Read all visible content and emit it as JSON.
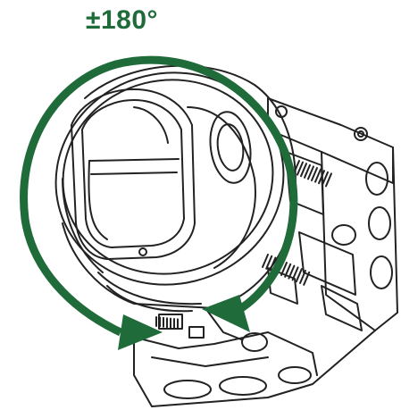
{
  "rotation_label": "±180°",
  "colors": {
    "arrow": "#1f6b3a",
    "label": "#1f6b3a",
    "line": "#222222",
    "fill": "#ffffff"
  },
  "icons": [
    "rotation-arrow-icon",
    "dome-camera-illustration",
    "junction-box-illustration"
  ]
}
